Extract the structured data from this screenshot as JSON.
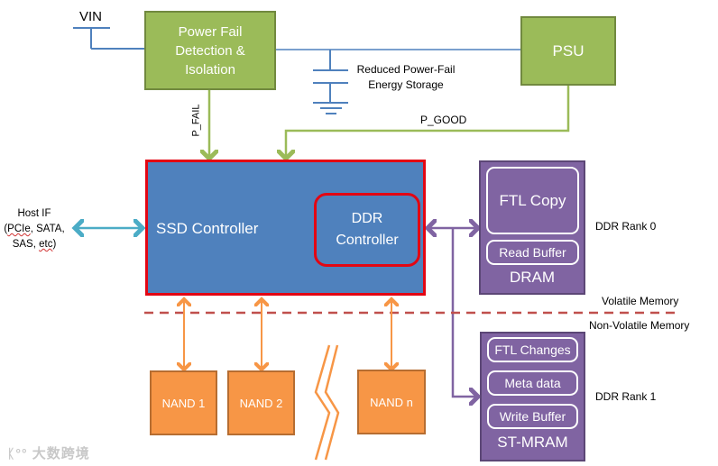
{
  "power": {
    "vin_label": "VIN",
    "pfd_label": "Power Fail Detection & Isolation",
    "psu_label": "PSU",
    "storage_label_line1": "Reduced Power-Fail",
    "storage_label_line2": "Energy Storage",
    "p_fail_label": "P_FAIL",
    "p_good_label": "P_GOOD"
  },
  "host": {
    "line1": "Host IF",
    "line2_a": "(",
    "line2_b": "PCIe",
    "line2_c": ", SATA,",
    "line3_a": "SAS, ",
    "line3_b": "etc",
    "line3_c": ")"
  },
  "controller": {
    "label": "SSD Controller",
    "ddr_line1": "DDR",
    "ddr_line2": "Controller"
  },
  "dram": {
    "title": "DRAM",
    "items": [
      "FTL Copy",
      "Read Buffer"
    ],
    "rank_label": "DDR Rank 0"
  },
  "mram": {
    "title": "ST-MRAM",
    "items": [
      "FTL Changes",
      "Meta data",
      "Write Buffer"
    ],
    "rank_label": "DDR Rank 1"
  },
  "boundary": {
    "volatile_label": "Volatile Memory",
    "nonvolatile_label": "Non-Volatile Memory"
  },
  "nand": {
    "items": [
      "NAND 1",
      "NAND 2",
      "NAND n"
    ]
  },
  "colors": {
    "green": "#9bbb59",
    "blue": "#4f81bd",
    "red": "#e30613",
    "purple": "#8064a2",
    "orange": "#f79646",
    "wire_blue": "#4f81bd",
    "host_arrow": "#4bacc6",
    "dashed_boundary": "#c0504d"
  },
  "watermark": "大数跨境"
}
